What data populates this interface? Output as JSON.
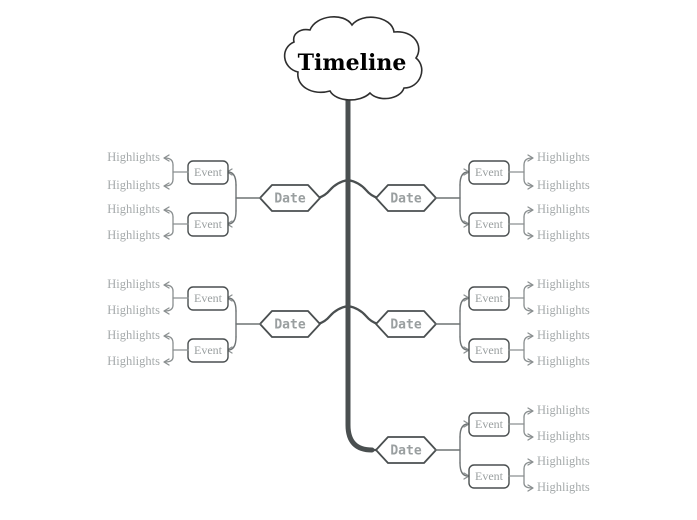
{
  "diagram": {
    "type": "mind-map",
    "root": {
      "label": "Timeline",
      "shape": "cloud"
    },
    "node_shapes": {
      "date": "hexagon",
      "event": "rounded-rectangle",
      "highlight": "text"
    },
    "colors": {
      "background": "#ffffff",
      "trunk": "#4a4f50",
      "branch": "#4a4f50",
      "connector": "#8a8f90",
      "root_text": "#000000",
      "date_text": "#9a9fa0",
      "event_text": "#9a9fa0",
      "highlight_text": "#a5aaab",
      "node_border": "#4a4f50",
      "cloud_border": "#2e2e2e"
    },
    "branches": [
      {
        "side": "left",
        "row": 1,
        "date": "Date",
        "events": [
          {
            "label": "Event",
            "highlights": [
              "Highlights",
              "Highlights"
            ]
          },
          {
            "label": "Event",
            "highlights": [
              "Highlights",
              "Highlights"
            ]
          }
        ]
      },
      {
        "side": "right",
        "row": 1,
        "date": "Date",
        "events": [
          {
            "label": "Event",
            "highlights": [
              "Highlights",
              "Highlights"
            ]
          },
          {
            "label": "Event",
            "highlights": [
              "Highlights",
              "Highlights"
            ]
          }
        ]
      },
      {
        "side": "left",
        "row": 2,
        "date": "Date",
        "events": [
          {
            "label": "Event",
            "highlights": [
              "Highlights",
              "Highlights"
            ]
          },
          {
            "label": "Event",
            "highlights": [
              "Highlights",
              "Highlights"
            ]
          }
        ]
      },
      {
        "side": "right",
        "row": 2,
        "date": "Date",
        "events": [
          {
            "label": "Event",
            "highlights": [
              "Highlights",
              "Highlights"
            ]
          },
          {
            "label": "Event",
            "highlights": [
              "Highlights",
              "Highlights"
            ]
          }
        ]
      },
      {
        "side": "right",
        "row": 3,
        "date": "Date",
        "events": [
          {
            "label": "Event",
            "highlights": [
              "Highlights",
              "Highlights"
            ]
          },
          {
            "label": "Event",
            "highlights": [
              "Highlights",
              "Highlights"
            ]
          }
        ]
      }
    ]
  }
}
